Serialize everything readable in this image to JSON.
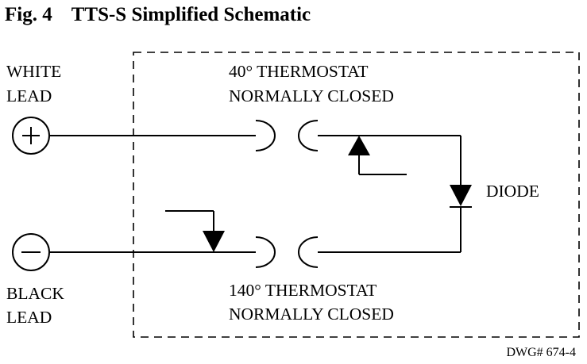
{
  "figure": {
    "label": "Fig. 4",
    "title": "TTS-S Simplified Schematic"
  },
  "leads": {
    "white_line1": "WHITE",
    "white_line2": "LEAD",
    "black_line1": "BLACK",
    "black_line2": "LEAD"
  },
  "thermostats": {
    "top_line1": "40° THERMOSTAT",
    "top_line2": "NORMALLY CLOSED",
    "bottom_line1": "140° THERMOSTAT",
    "bottom_line2": "NORMALLY CLOSED"
  },
  "diode_label": "DIODE",
  "drawing_number": "DWG# 674-4",
  "terminals": {
    "positive_symbol": "+",
    "negative_symbol": "−"
  }
}
